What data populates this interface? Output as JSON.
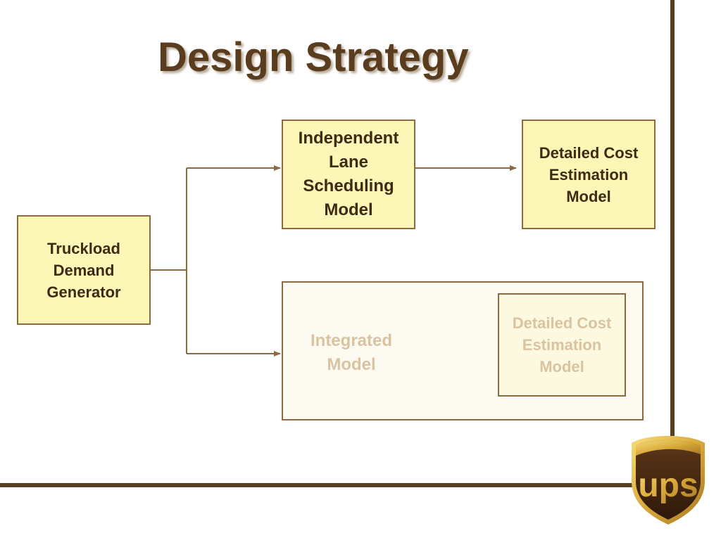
{
  "title": "Design Strategy",
  "nodes": {
    "truckload_demand_generator": "Truckload\nDemand\nGenerator",
    "independent_lane_scheduling": "Independent\nLane\nScheduling\nModel",
    "detailed_cost_top": "Detailed Cost\nEstimation\nModel",
    "integrated_model": "Integrated\nModel",
    "detailed_cost_faded": "Detailed Cost\nEstimation\nModel"
  },
  "logo": {
    "text": "ups",
    "colors": {
      "shield": "#4a2a12",
      "gold": "#e0b84a"
    }
  },
  "colors": {
    "title": "#5a3d1e",
    "box_fill": "#fcf6b7",
    "box_border": "#8b6a3e",
    "connector": "#8b6a3e",
    "faded_text": "#d9c3a0"
  }
}
